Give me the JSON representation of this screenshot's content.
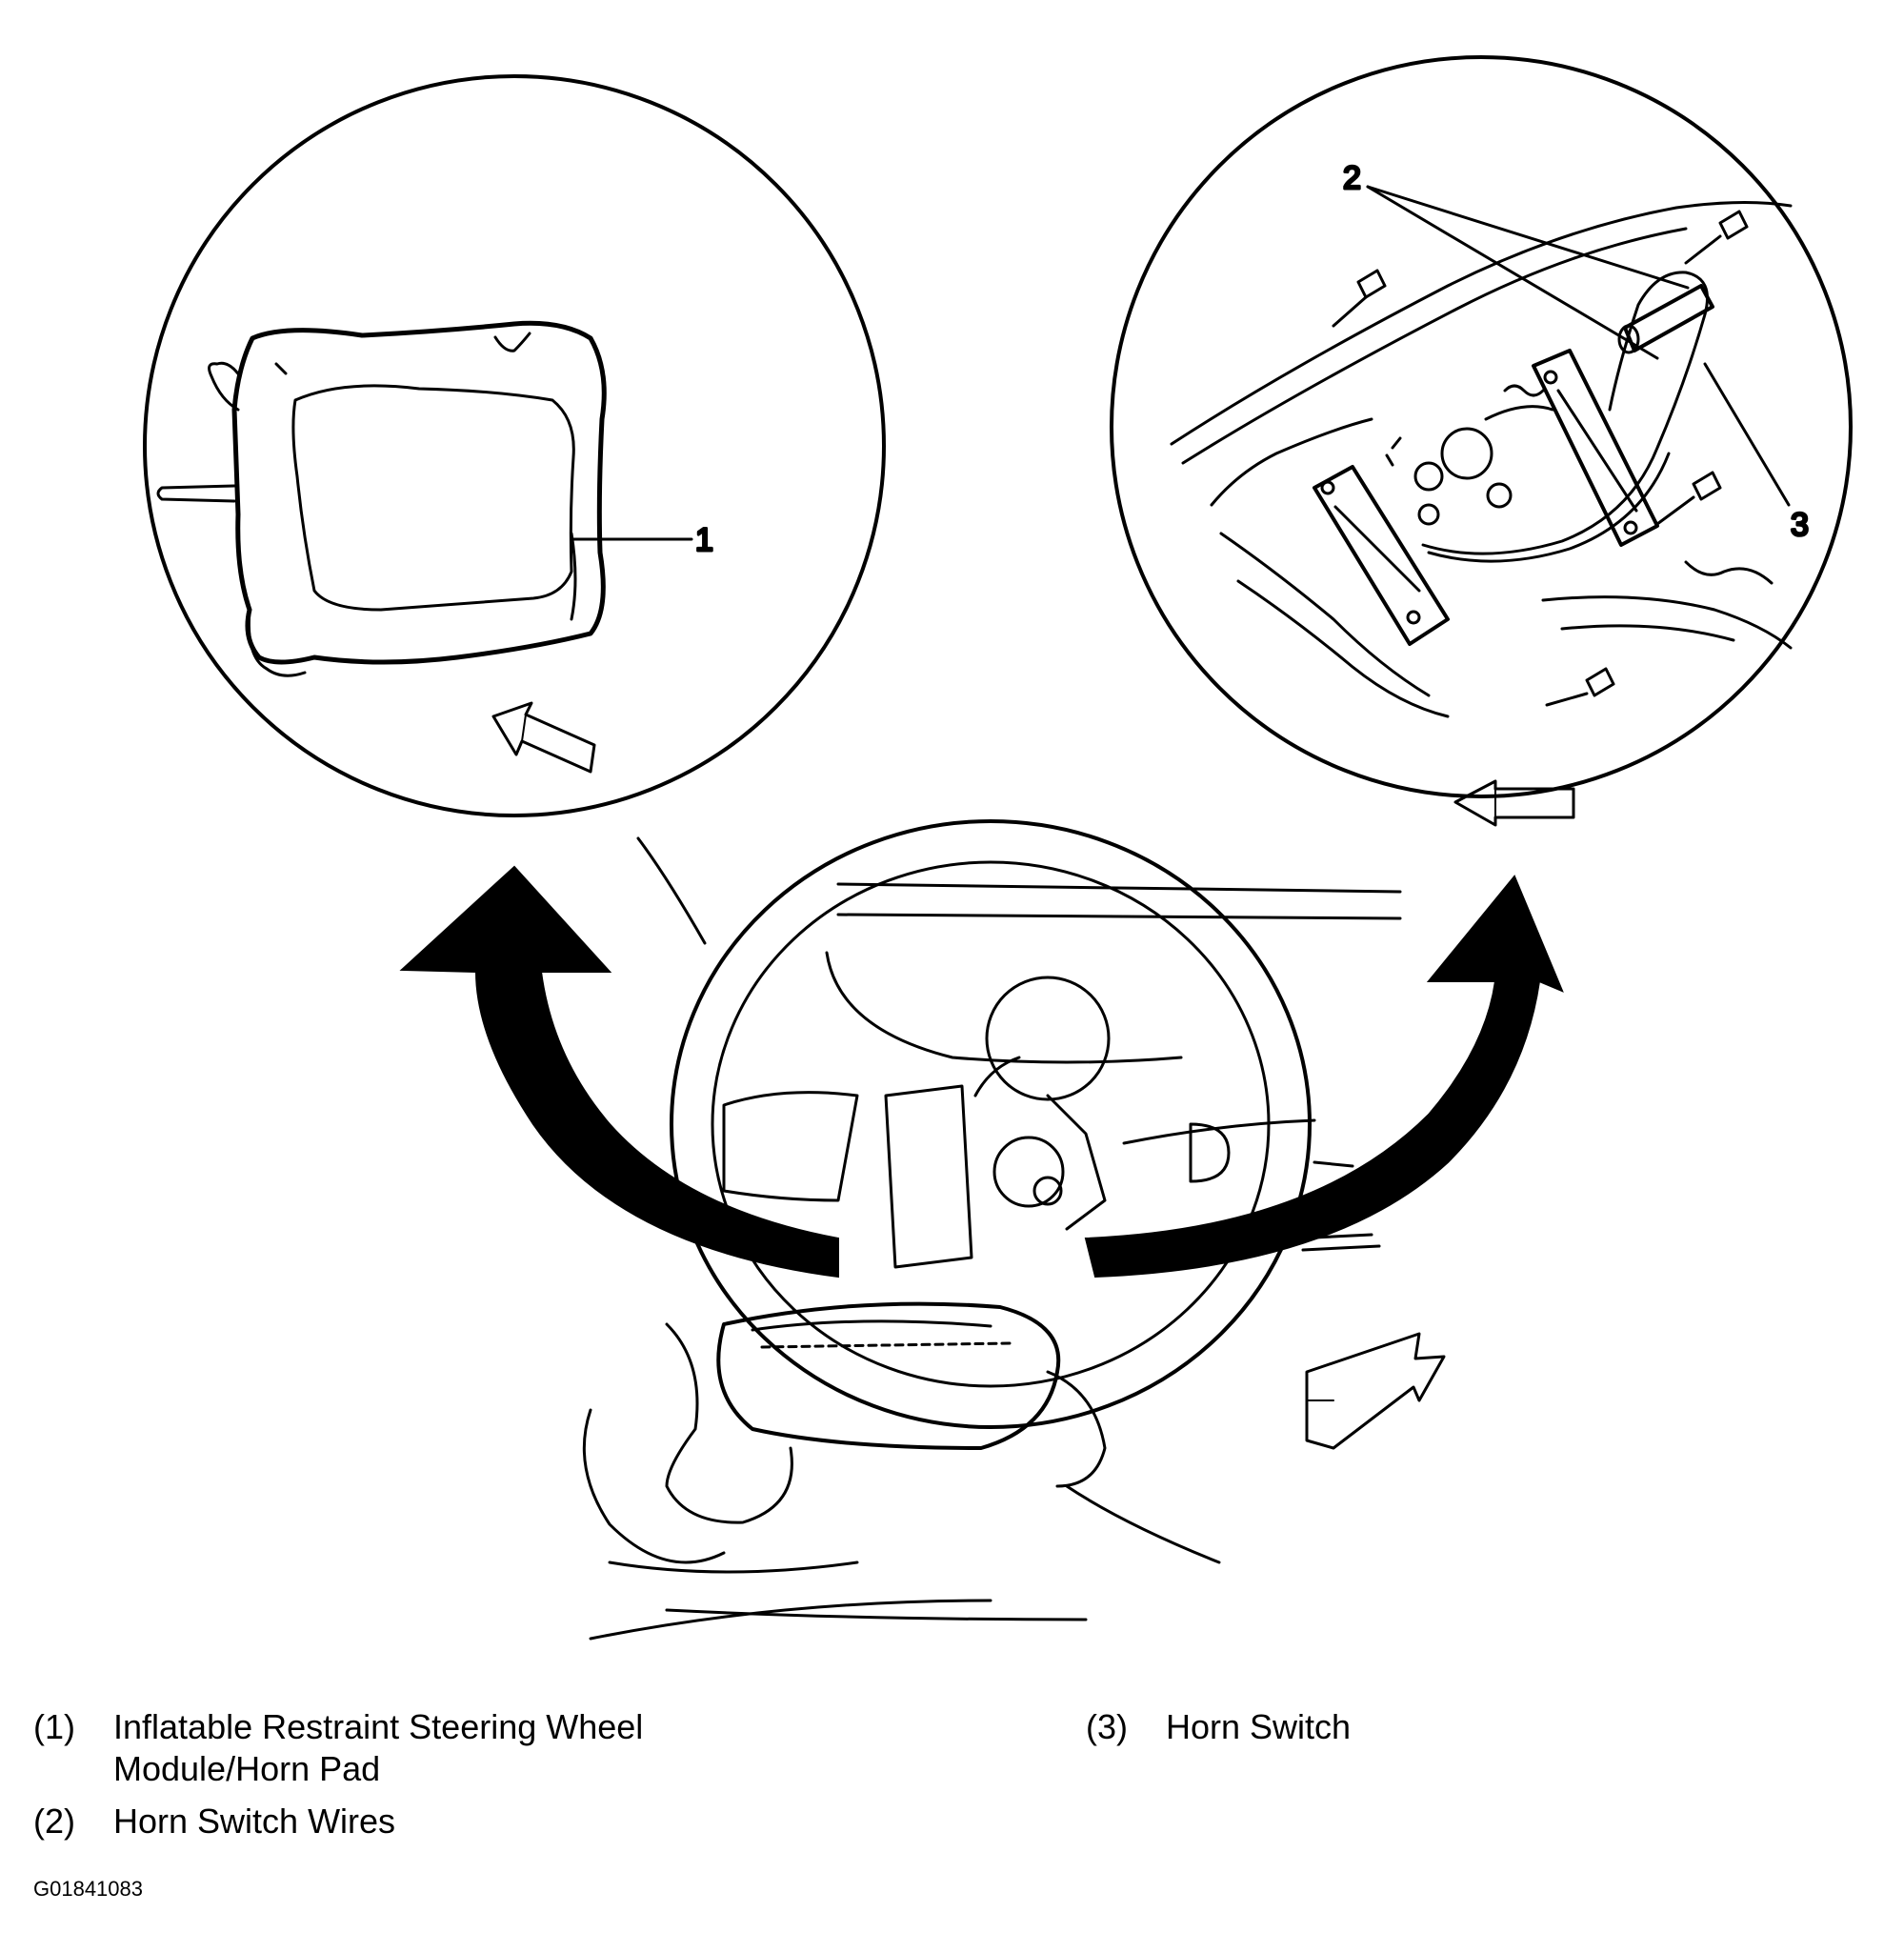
{
  "callouts": {
    "c1": "1",
    "c2": "2",
    "c3": "3"
  },
  "legend": [
    {
      "num": "(1)",
      "text": "Inflatable Restraint Steering Wheel Module/Horn Pad"
    },
    {
      "num": "(2)",
      "text": "Horn Switch Wires"
    },
    {
      "num": "(3)",
      "text": "Horn Switch"
    }
  ],
  "figure_id": "G01841083",
  "colors": {
    "ink": "#000000",
    "paper": "#ffffff"
  }
}
